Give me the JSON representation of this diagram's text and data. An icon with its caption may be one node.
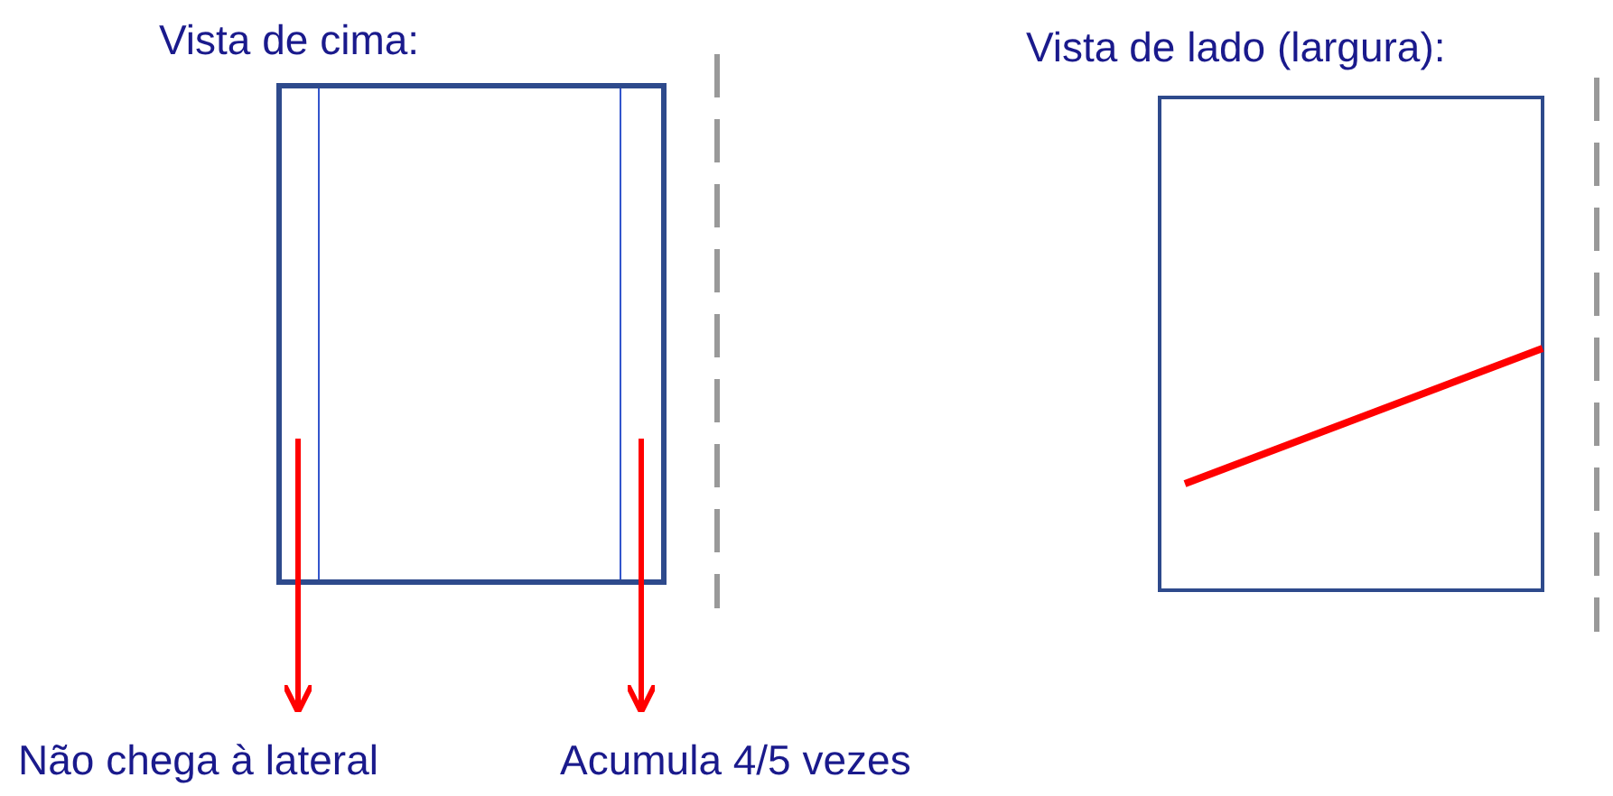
{
  "diagram": {
    "nodes": [
      {
        "text": [
          "Vista de cima:"
        ]
      },
      {
        "text": [],
        "shape": "bar",
        "in": 0
      },
      {
        "text": [],
        "shape": "bar",
        "in": 0
      },
      {
        "text": [
          "Vista de lado (largura):"
        ]
      },
      {
        "text": [
          "Não chega à lateral"
        ]
      },
      {
        "text": [
          "Acumula 4/5 vezes"
        ]
      }
    ],
    "edges": [
      {
        "from": 1,
        "to": 4,
        "arrow": "to"
      },
      {
        "from": 2,
        "to": 5,
        "arrow": "to"
      }
    ]
  }
}
